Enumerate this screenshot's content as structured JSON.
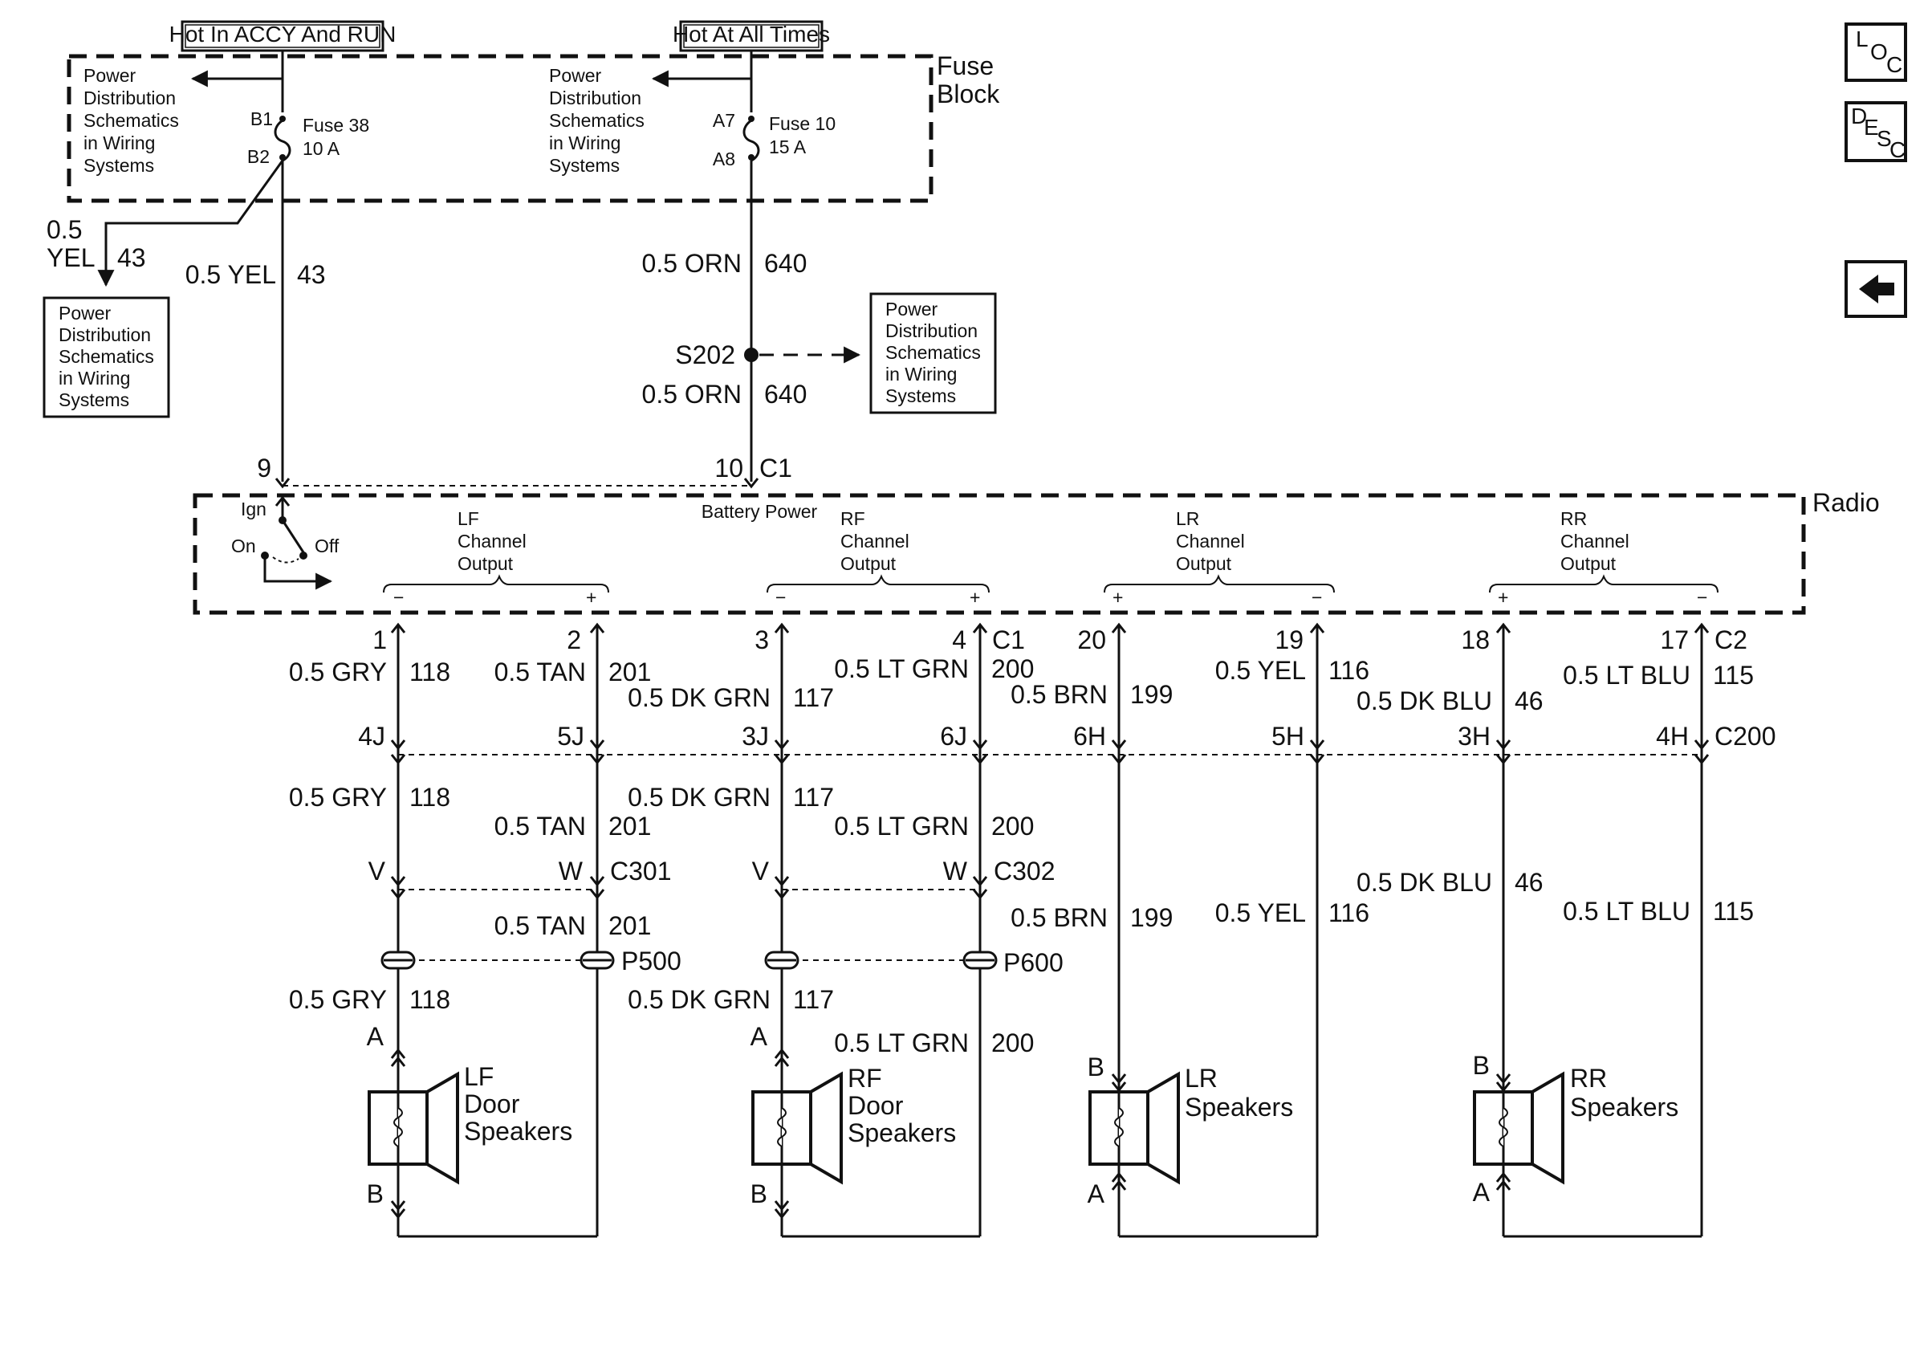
{
  "sources": {
    "accy_run": "Hot In ACCY And RUN",
    "all_times": "Hot At All Times"
  },
  "fuse_block": {
    "label_line1": "Fuse",
    "label_line2": "Block",
    "fuse38": {
      "pin_in": "B1",
      "pin_out": "B2",
      "name": "Fuse 38",
      "rating": "10 A"
    },
    "fuse10": {
      "pin_in": "A7",
      "pin_out": "A8",
      "name": "Fuse 10",
      "rating": "15 A"
    }
  },
  "pds_text": [
    "Power",
    "Distribution",
    "Schematics",
    "in Wiring",
    "Systems"
  ],
  "wires_top": {
    "branch_gauge": "0.5",
    "branch_color": "YEL",
    "branch_circuit": "43",
    "ign_feed": "0.5 YEL",
    "ign_circuit": "43",
    "bat_feed1": "0.5 ORN",
    "bat_circuit1": "640",
    "splice": "S202",
    "bat_feed2": "0.5 ORN",
    "bat_circuit2": "640"
  },
  "radio": {
    "label": "Radio",
    "pin_ign": "9",
    "pin_bat": "10",
    "conn": "C1",
    "battery_power": "Battery Power",
    "switch_ign": "Ign",
    "switch_on": "On",
    "switch_off": "Off",
    "channels": [
      {
        "line1": "LF",
        "line2": "Channel",
        "line3": "Output",
        "left_sign": "−",
        "right_sign": "+"
      },
      {
        "line1": "RF",
        "line2": "Channel",
        "line3": "Output",
        "left_sign": "−",
        "right_sign": "+"
      },
      {
        "line1": "LR",
        "line2": "Channel",
        "line3": "Output",
        "left_sign": "+",
        "right_sign": "−"
      },
      {
        "line1": "RR",
        "line2": "Channel",
        "line3": "Output",
        "left_sign": "+",
        "right_sign": "−"
      }
    ]
  },
  "pins_radio": [
    "1",
    "2",
    "3",
    "4",
    "C1",
    "20",
    "19",
    "18",
    "17",
    "C2"
  ],
  "wires_mid": [
    {
      "gauge": "0.5 GRY",
      "circuit": "118"
    },
    {
      "gauge": "0.5 TAN",
      "circuit": "201"
    },
    {
      "gauge": "0.5 DK GRN",
      "circuit": "117"
    },
    {
      "gauge": "0.5 LT GRN",
      "circuit": "200"
    },
    {
      "gauge": "0.5 BRN",
      "circuit": "199"
    },
    {
      "gauge": "0.5 YEL",
      "circuit": "116"
    },
    {
      "gauge": "0.5 DK BLU",
      "circuit": "46"
    },
    {
      "gauge": "0.5 LT BLU",
      "circuit": "115"
    }
  ],
  "c200_pins": [
    "4J",
    "5J",
    "3J",
    "6J",
    "6H",
    "5H",
    "3H",
    "4H"
  ],
  "c200_label": "C200",
  "c301": {
    "pin_a": "V",
    "pin_b": "W",
    "label": "C301"
  },
  "c302": {
    "pin_a": "V",
    "pin_b": "W",
    "label": "C302"
  },
  "p500": "P500",
  "p600": "P600",
  "speakers": {
    "lf": {
      "line1": "LF",
      "line2": "Door",
      "line3": "Speakers",
      "top_pin": "A",
      "bottom_pin": "B"
    },
    "rf": {
      "line1": "RF",
      "line2": "Door",
      "line3": "Speakers",
      "top_pin": "A",
      "bottom_pin": "B"
    },
    "lr": {
      "line1": "LR",
      "line2": "Speakers",
      "top_pin": "B",
      "bottom_pin": "A"
    },
    "rr": {
      "line1": "RR",
      "line2": "Speakers",
      "top_pin": "B",
      "bottom_pin": "A"
    }
  },
  "side_buttons": {
    "loc": [
      "L",
      "O",
      "C"
    ],
    "desc": [
      "D",
      "E",
      "S",
      "C"
    ]
  }
}
